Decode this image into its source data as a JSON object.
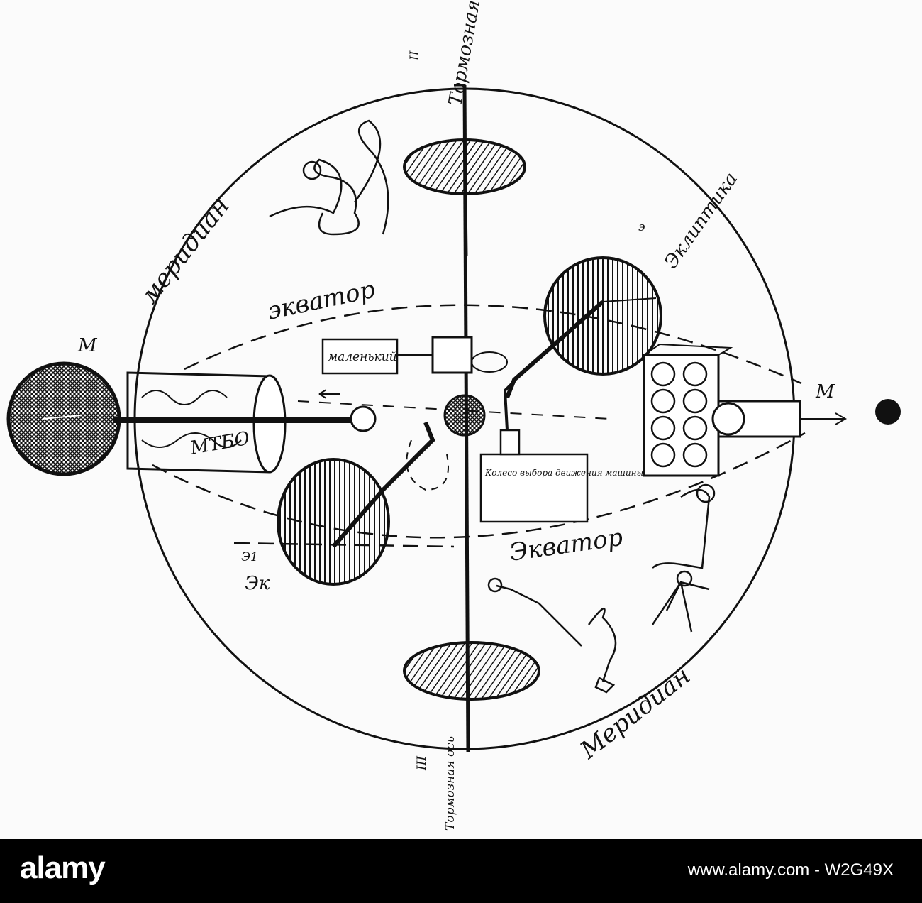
{
  "diagram": {
    "labels": {
      "mass_left": "М",
      "mass_right": "М",
      "top_axis": "Тормозная ось",
      "top_roman": "II",
      "bottom_axis": "Тормозная ось",
      "bottom_roman": "III",
      "meridian_upper": "меридиан",
      "meridian_lower": "Меридиан",
      "equator_upper": "экватор",
      "equator_lower": "Экватор",
      "ecliptic": "Эклиптика",
      "ecliptic_e": "э",
      "panel_left": "маленький",
      "panel_right": "Колесо выбора движения машины",
      "small_left_label": "Эк",
      "small_left_num": "Э1",
      "tube_text": "МТБО"
    }
  },
  "footer": {
    "logo": "alamy",
    "credit": "www.alamy.com - W2G49X"
  },
  "colors": {
    "ink": "#111111",
    "paper": "#fbfbfb",
    "footer_bg": "#000000",
    "footer_text": "#ffffff"
  }
}
